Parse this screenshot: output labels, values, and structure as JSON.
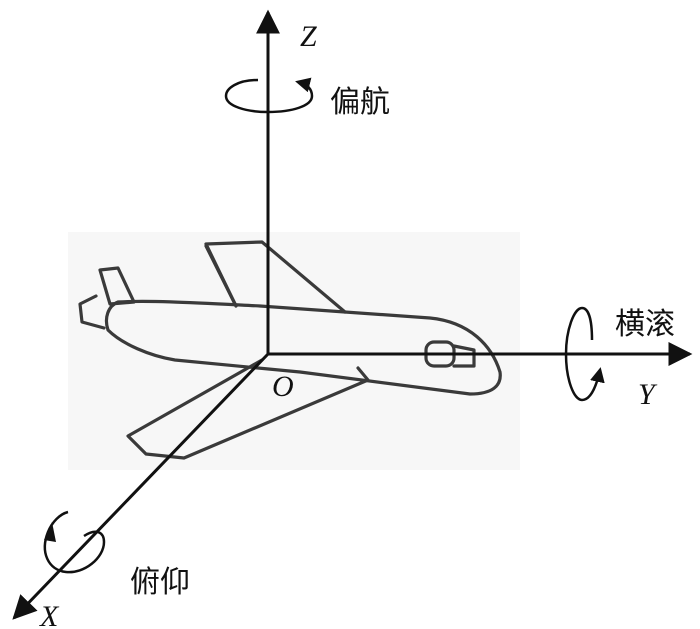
{
  "axes": {
    "z": {
      "letter": "Z",
      "rotation_label": "偏航"
    },
    "y": {
      "letter": "Y",
      "rotation_label": "横滚"
    },
    "x": {
      "letter": "X",
      "rotation_label": "俯仰"
    },
    "origin_label": "O"
  },
  "colors": {
    "ink": "#111111",
    "plane_outline": "#3a3a3a",
    "plane_backdrop": "#f7f7f7"
  }
}
